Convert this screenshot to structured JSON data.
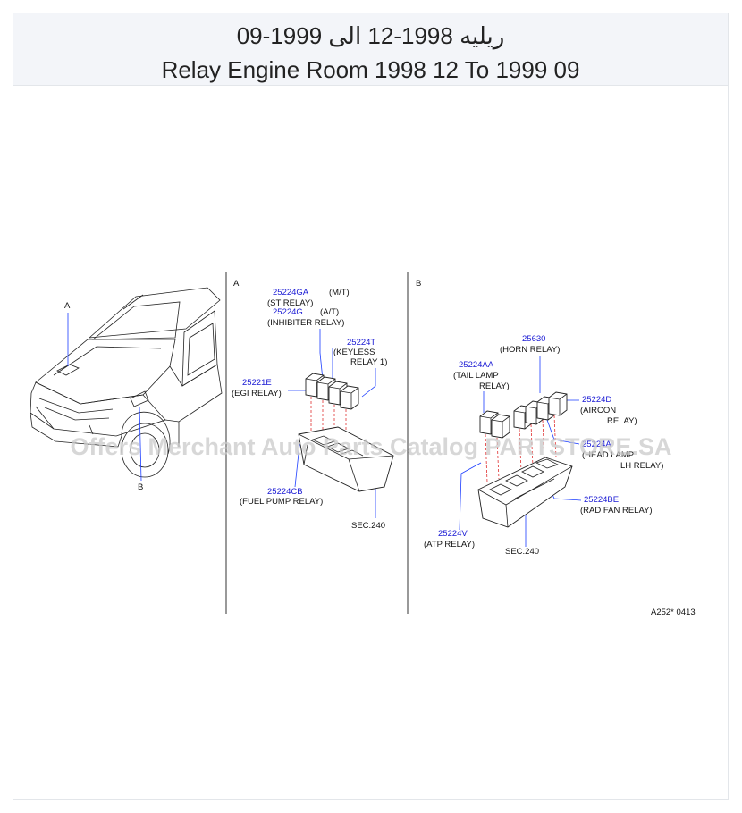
{
  "header": {
    "title_ar": "ريليه 1998-12 الى 1999-09",
    "title_en": "Relay Engine Room 1998 12 To 1999 09"
  },
  "diagram": {
    "watermark": "Offers Merchant Auto Parts Catalog PARTSTORE.SA",
    "car": {
      "label_a": "A",
      "label_b": "B"
    },
    "panel_a": {
      "label": "A",
      "parts": [
        {
          "number": "25224GA",
          "note": "(M/T)",
          "desc": "(ST RELAY)"
        },
        {
          "number": "25224G",
          "note": "(A/T)",
          "desc": "(INHIBITER RELAY)"
        },
        {
          "number": "25224T",
          "desc_1": "(KEYLESS",
          "desc_2": "RELAY 1)"
        },
        {
          "number": "25221E",
          "desc": "(EGI RELAY)"
        },
        {
          "number": "25224CB",
          "desc": "(FUEL PUMP RELAY)"
        }
      ],
      "sec": "SEC.240"
    },
    "panel_b": {
      "label": "B",
      "parts": [
        {
          "number": "25630",
          "desc": "(HORN RELAY)"
        },
        {
          "number": "25224AA",
          "desc_1": "(TAIL LAMP",
          "desc_2": "RELAY)"
        },
        {
          "number": "25224D",
          "desc_1": "(AIRCON",
          "desc_2": "RELAY)"
        },
        {
          "number": "25224A",
          "desc_1": "(HEAD LAMP",
          "desc_2": "LH RELAY)"
        },
        {
          "number": "25224BE",
          "desc": "(RAD FAN RELAY)"
        },
        {
          "number": "25224V",
          "desc": "(ATP RELAY)"
        }
      ],
      "sec": "SEC.240"
    },
    "code": "A252* 0413"
  }
}
